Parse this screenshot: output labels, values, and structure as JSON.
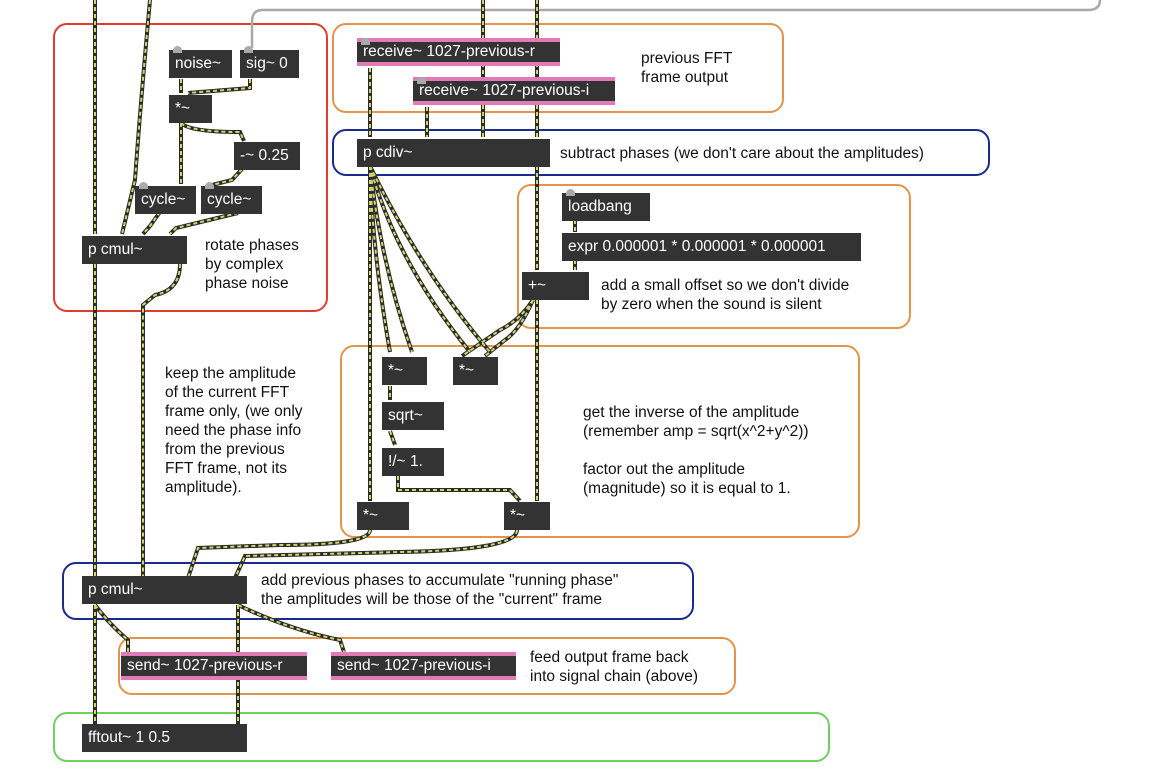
{
  "colors": {
    "red": "#e03c31",
    "orange": "#e3944a",
    "blue": "#1a2b8f",
    "green": "#6fcf5f",
    "signal_wire": "#ccd76a",
    "object_bg": "#333333",
    "send_receive_stripe": "#e37ab8"
  },
  "objects": {
    "noise": "noise~",
    "sig": "sig~ 0",
    "mul_noise": "*~",
    "minus": "-~ 0.25",
    "cycle1": "cycle~",
    "cycle2": "cycle~",
    "pcmul_top": "p cmul~",
    "receive_r": "receive~ 1027-previous-r",
    "receive_i": "receive~ 1027-previous-i",
    "pcdiv": "p cdiv~",
    "loadbang": "loadbang",
    "expr": "expr 0.000001 * 0.000001 * 0.000001",
    "plus": "+~",
    "mul_a": "*~",
    "mul_b": "*~",
    "sqrt": "sqrt~",
    "rdiv": "!/~ 1.",
    "mul_c": "*~",
    "mul_d": "*~",
    "pcmul_bottom": "p cmul~",
    "send_r": "send~ 1027-previous-r",
    "send_i": "send~ 1027-previous-i",
    "fftout": "fftout~ 1 0.5"
  },
  "comments": {
    "rotate": "rotate phases\nby complex\nphase noise",
    "previous": "previous FFT\nframe output",
    "subtract": "subtract phases (we don't care about the amplitudes)",
    "offset": "add a small offset so we don't divide\nby zero when the sound is silent",
    "keep": "keep the amplitude\nof the current FFT\nframe only, (we only\nneed the phase info\nfrom the previous\nFFT frame, not its\namplitude).",
    "inverse": "get the inverse of the amplitude\n(remember amp = sqrt(x^2+y^2))\n\nfactor out the amplitude\n(magnitude) so it is equal to 1.",
    "accumulate": "add previous phases to accumulate \"running phase\"\nthe amplitudes will be those of the \"current\" frame",
    "feed": "feed output frame back\ninto signal chain (above)"
  }
}
